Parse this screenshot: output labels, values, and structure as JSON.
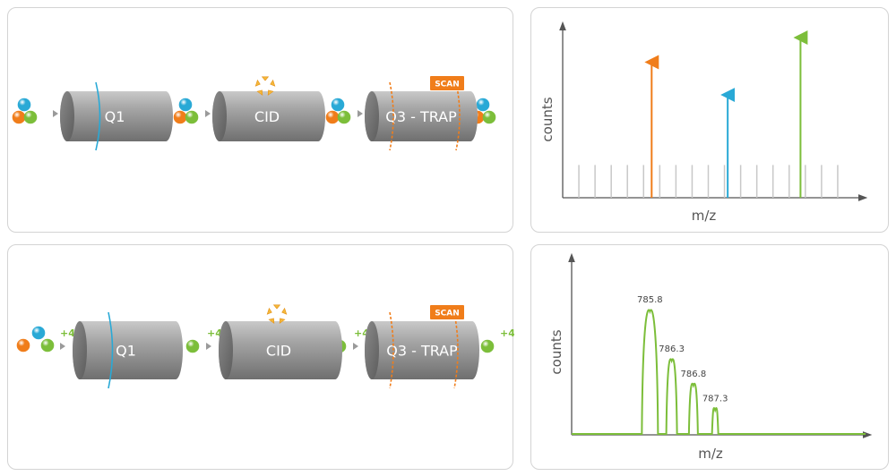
{
  "colors": {
    "orange": "#f07d1a",
    "blue": "#29a9d6",
    "green": "#7cbe3a",
    "cylinder": "#9a9a9a",
    "spike": "#c8c8c8",
    "axis": "#555555"
  },
  "top_row": {
    "stages": [
      "Q1",
      "CID",
      "Q3 - TRAP"
    ],
    "scan_badge": "SCAN",
    "chart": {
      "ylabel": "counts",
      "xlabel": "m/z"
    }
  },
  "bottom_row": {
    "stages": [
      "Q1",
      "CID",
      "Q3 - TRAP"
    ],
    "scan_badge": "SCAN",
    "charge_labels": [
      "+4",
      "+4",
      "+4",
      "+4"
    ],
    "chart": {
      "ylabel": "counts",
      "xlabel": "m/z"
    }
  },
  "chart_data": [
    {
      "type": "bar",
      "title": "",
      "xlabel": "m/z",
      "ylabel": "counts",
      "background_peaks_x": [
        1,
        2,
        3,
        4,
        5,
        6,
        7,
        8,
        9,
        10,
        11,
        12,
        13,
        14,
        15,
        16,
        17
      ],
      "background_peak_height": 0.2,
      "series": [
        {
          "color": "orange",
          "x": 5.5,
          "value": 0.85
        },
        {
          "color": "blue",
          "x": 10.2,
          "value": 0.65
        },
        {
          "color": "green",
          "x": 14.7,
          "value": 1.0
        }
      ],
      "grid": false
    },
    {
      "type": "line",
      "title": "",
      "xlabel": "m/z",
      "ylabel": "counts",
      "x": [
        785.8,
        786.3,
        786.8,
        787.3
      ],
      "values": [
        1.0,
        0.6,
        0.4,
        0.2
      ],
      "point_labels": [
        "785.8",
        "786.3",
        "786.8",
        "787.3"
      ],
      "grid": false
    }
  ]
}
